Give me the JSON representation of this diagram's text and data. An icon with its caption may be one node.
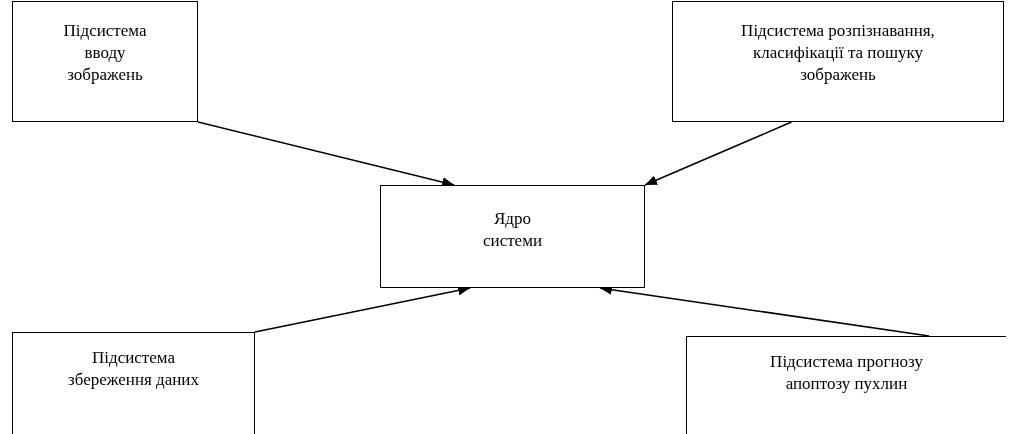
{
  "diagram": {
    "nodes": [
      {
        "text": [
          "Підсистема вводу зображень"
        ]
      },
      {
        "text": [
          "Підсистема розпізнавання, класифікації та пошуку зображень"
        ]
      },
      {
        "text": [
          "Ядро системи"
        ]
      },
      {
        "text": [
          "Підсистема збереження даних"
        ]
      },
      {
        "text": [
          "Підсистема прогнозу апоптозу пухлин"
        ]
      }
    ],
    "edges": [
      {
        "from": 0,
        "to": 2,
        "arrow": "to"
      },
      {
        "from": 1,
        "to": 2,
        "arrow": "to"
      },
      {
        "from": 3,
        "to": 2,
        "arrow": "to"
      },
      {
        "from": 4,
        "to": 2,
        "arrow": "to"
      }
    ]
  }
}
